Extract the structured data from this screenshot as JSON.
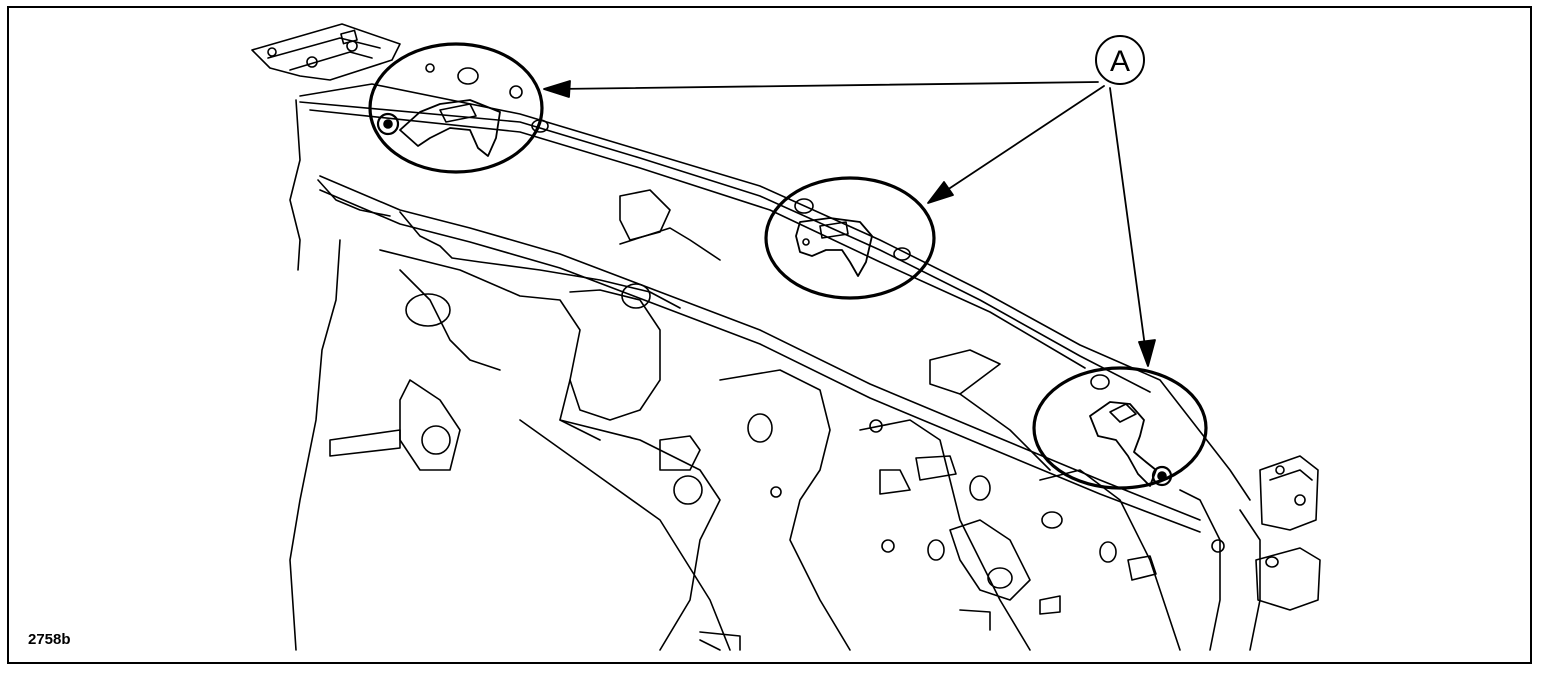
{
  "figure": {
    "id_label": "2758b",
    "callout_letter": "A",
    "callout_count": 3
  },
  "colors": {
    "line": "#000000",
    "background": "#ffffff"
  },
  "icons": [
    "callout-letter-circle",
    "arrow-head",
    "detail-circle"
  ]
}
